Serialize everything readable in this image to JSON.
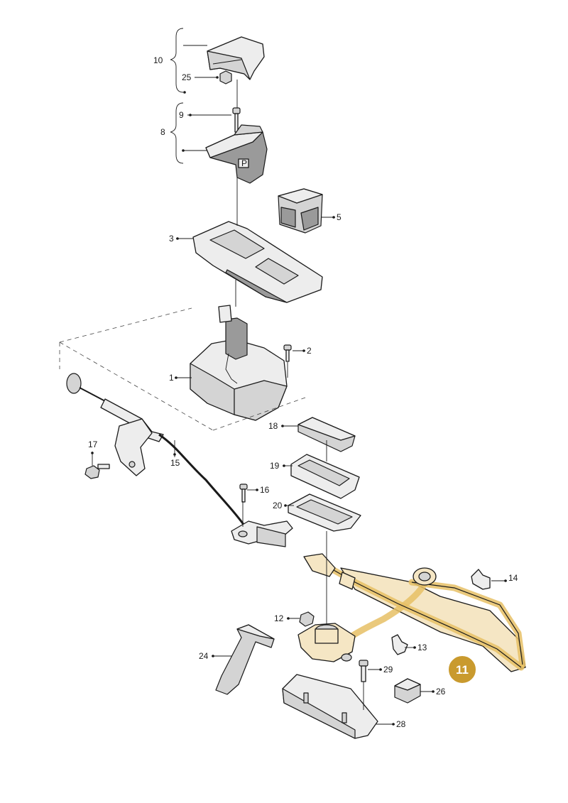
{
  "callouts": {
    "c1": "1",
    "c2": "2",
    "c3": "3",
    "c5": "5",
    "c8": "8",
    "c9": "9",
    "c10": "10",
    "c11": "11",
    "c12": "12",
    "c13": "13",
    "c14": "14",
    "c15": "15",
    "c16": "16",
    "c17": "17",
    "c18": "18",
    "c19": "19",
    "c20": "20",
    "c24": "24",
    "c25": "25",
    "c26": "26",
    "c28": "28",
    "c29": "29"
  },
  "colors": {
    "highlight_badge": "#c99a2e",
    "highlight_fill": "#f5e6c4",
    "line": "#1a1a1a"
  }
}
